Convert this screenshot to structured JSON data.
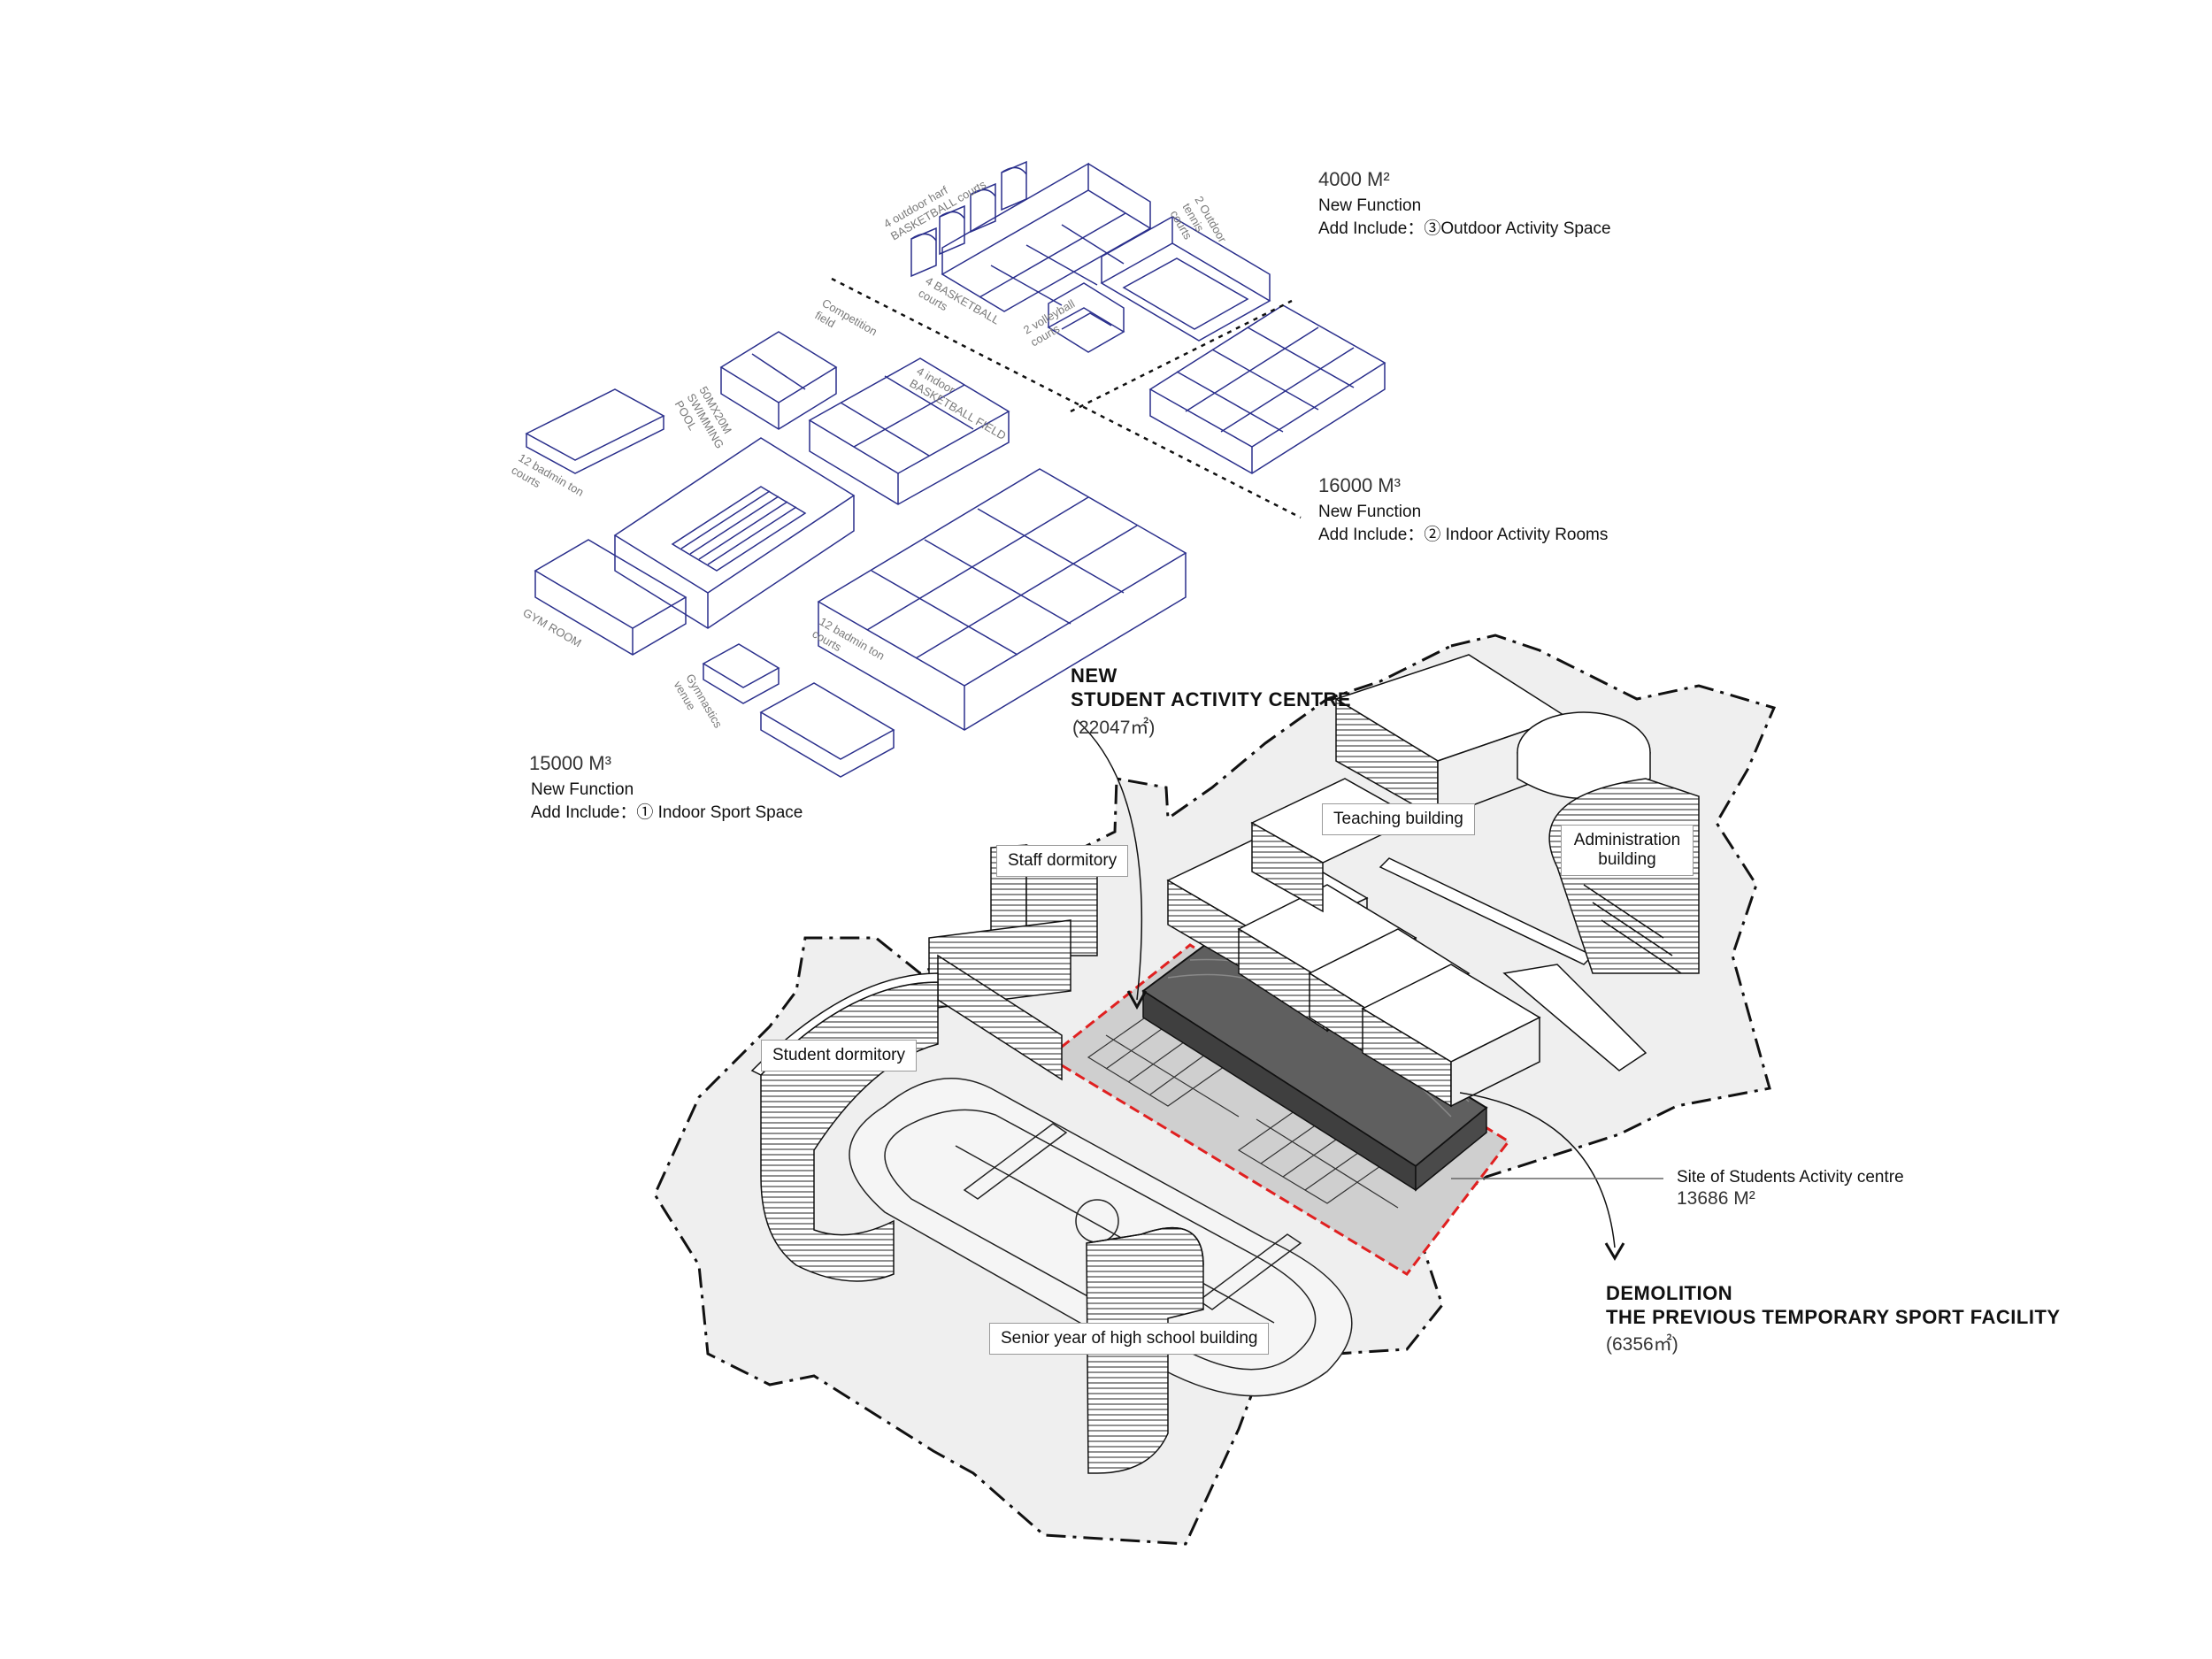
{
  "header": {
    "outdoor": {
      "area": "4000 M²",
      "line1": "New Function",
      "line2": "Add Include：③Outdoor Activity Space"
    },
    "indoor_rooms": {
      "area": "16000 M³",
      "line1": "New Function",
      "line2": "Add Include：② Indoor Activity Rooms"
    },
    "indoor_sport": {
      "area": "15000 M³",
      "line1": "New Function",
      "line2": "Add Include：① Indoor Sport Space"
    }
  },
  "sport_labels": {
    "outdoor_half_basketball": [
      "4 outdoor harf",
      "BASKETBALL courts"
    ],
    "outdoor_tennis": [
      "2 Outdoor",
      "tennis",
      "courts"
    ],
    "basketball_courts": [
      "4 BASKETBALL",
      "courts"
    ],
    "volleyball": [
      "2 volleyball",
      "courts"
    ],
    "competition_field": [
      "Competition",
      "field"
    ],
    "indoor_basketball": [
      "4 indoor",
      "BASKETBALL FIELD"
    ],
    "swimming_pool": [
      "50MX20M",
      "SWIMMING",
      "POOL"
    ],
    "badminton_a": [
      "12 badmin ton",
      "courts"
    ],
    "badminton_b": [
      "12 badmin ton",
      "courts"
    ],
    "gym": [
      "GYM ROOM"
    ],
    "gymnastics": [
      "Gymnastics",
      "venue"
    ]
  },
  "callouts": {
    "new_centre": {
      "l1": "NEW",
      "l2": "STUDENT ACTIVITY CENTRE",
      "area": "(22047㎡)"
    },
    "demolition": {
      "l1": "DEMOLITION",
      "l2": "THE PREVIOUS TEMPORARY SPORT FACILITY",
      "area": "(6356㎡)"
    },
    "site": {
      "label": "Site of Students Activity centre",
      "area": "13686 M²"
    }
  },
  "building_labels": {
    "teaching": "Teaching building",
    "administration": "Administration building",
    "staff": "Staff dormitory",
    "student": "Student dormitory",
    "senior": "Senior year of high school building"
  },
  "colors": {
    "line_art": "#2a2f8c",
    "site_fill": "#efefef",
    "demolition_dash": "#e02020",
    "new_building": "#6b6b6b"
  }
}
